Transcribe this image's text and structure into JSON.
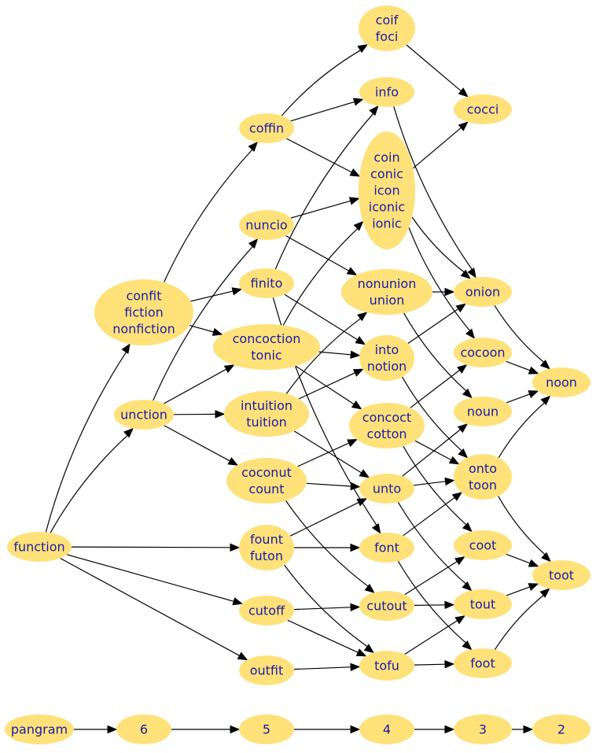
{
  "colors": {
    "node_fill": "#ffe17a",
    "label": "#1a1aa6",
    "edge": "#000000",
    "background": "#ffffff"
  },
  "nodes": [
    {
      "id": "function",
      "lines": [
        "function"
      ]
    },
    {
      "id": "confit",
      "lines": [
        "confit",
        "fiction",
        "nonfiction"
      ]
    },
    {
      "id": "unction",
      "lines": [
        "unction"
      ]
    },
    {
      "id": "coffin",
      "lines": [
        "coffin"
      ]
    },
    {
      "id": "nuncio",
      "lines": [
        "nuncio"
      ]
    },
    {
      "id": "finito",
      "lines": [
        "finito"
      ]
    },
    {
      "id": "concoction",
      "lines": [
        "concoction",
        "tonic"
      ]
    },
    {
      "id": "intuition",
      "lines": [
        "intuition",
        "tuition"
      ]
    },
    {
      "id": "coconut",
      "lines": [
        "coconut",
        "count"
      ]
    },
    {
      "id": "fount",
      "lines": [
        "fount",
        "futon"
      ]
    },
    {
      "id": "cutoff",
      "lines": [
        "cutoff"
      ]
    },
    {
      "id": "outfit",
      "lines": [
        "outfit"
      ]
    },
    {
      "id": "coif",
      "lines": [
        "coif",
        "foci"
      ]
    },
    {
      "id": "info",
      "lines": [
        "info"
      ]
    },
    {
      "id": "coin",
      "lines": [
        "coin",
        "conic",
        "icon",
        "iconic",
        "ionic"
      ]
    },
    {
      "id": "nonunion",
      "lines": [
        "nonunion",
        "union"
      ]
    },
    {
      "id": "into",
      "lines": [
        "into",
        "notion"
      ]
    },
    {
      "id": "concoct",
      "lines": [
        "concoct",
        "cotton"
      ]
    },
    {
      "id": "unto",
      "lines": [
        "unto"
      ]
    },
    {
      "id": "font",
      "lines": [
        "font"
      ]
    },
    {
      "id": "cutout",
      "lines": [
        "cutout"
      ]
    },
    {
      "id": "tofu",
      "lines": [
        "tofu"
      ]
    },
    {
      "id": "cocci",
      "lines": [
        "cocci"
      ]
    },
    {
      "id": "onion",
      "lines": [
        "onion"
      ]
    },
    {
      "id": "cocoon",
      "lines": [
        "cocoon"
      ]
    },
    {
      "id": "noun",
      "lines": [
        "noun"
      ]
    },
    {
      "id": "onto",
      "lines": [
        "onto",
        "toon"
      ]
    },
    {
      "id": "coot",
      "lines": [
        "coot"
      ]
    },
    {
      "id": "tout",
      "lines": [
        "tout"
      ]
    },
    {
      "id": "foot",
      "lines": [
        "foot"
      ]
    },
    {
      "id": "noon",
      "lines": [
        "noon"
      ]
    },
    {
      "id": "toot",
      "lines": [
        "toot"
      ]
    },
    {
      "id": "pangram",
      "lines": [
        "pangram"
      ]
    },
    {
      "id": "l6",
      "lines": [
        "6"
      ]
    },
    {
      "id": "l5",
      "lines": [
        "5"
      ]
    },
    {
      "id": "l4",
      "lines": [
        "4"
      ]
    },
    {
      "id": "l3",
      "lines": [
        "3"
      ]
    },
    {
      "id": "l2",
      "lines": [
        "2"
      ]
    }
  ],
  "edges": [
    [
      "function",
      "confit"
    ],
    [
      "function",
      "unction"
    ],
    [
      "function",
      "fount"
    ],
    [
      "function",
      "cutoff"
    ],
    [
      "function",
      "outfit"
    ],
    [
      "confit",
      "coffin"
    ],
    [
      "confit",
      "finito"
    ],
    [
      "confit",
      "concoction"
    ],
    [
      "unction",
      "nuncio"
    ],
    [
      "unction",
      "concoction"
    ],
    [
      "unction",
      "intuition"
    ],
    [
      "unction",
      "coconut"
    ],
    [
      "coffin",
      "coif"
    ],
    [
      "coffin",
      "info"
    ],
    [
      "coffin",
      "coin"
    ],
    [
      "nuncio",
      "coin"
    ],
    [
      "nuncio",
      "nonunion"
    ],
    [
      "finito",
      "info"
    ],
    [
      "finito",
      "into"
    ],
    [
      "finito",
      "font"
    ],
    [
      "concoction",
      "coin"
    ],
    [
      "concoction",
      "into"
    ],
    [
      "concoction",
      "concoct"
    ],
    [
      "intuition",
      "nonunion"
    ],
    [
      "intuition",
      "into"
    ],
    [
      "intuition",
      "unto"
    ],
    [
      "coconut",
      "concoct"
    ],
    [
      "coconut",
      "unto"
    ],
    [
      "coconut",
      "cutout"
    ],
    [
      "fount",
      "unto"
    ],
    [
      "fount",
      "font"
    ],
    [
      "fount",
      "tofu"
    ],
    [
      "cutoff",
      "cutout"
    ],
    [
      "cutoff",
      "tofu"
    ],
    [
      "outfit",
      "tofu"
    ],
    [
      "coif",
      "cocci"
    ],
    [
      "info",
      "onion"
    ],
    [
      "coin",
      "cocci"
    ],
    [
      "coin",
      "onion"
    ],
    [
      "coin",
      "cocoon"
    ],
    [
      "nonunion",
      "onion"
    ],
    [
      "nonunion",
      "noun"
    ],
    [
      "into",
      "onion"
    ],
    [
      "into",
      "onto"
    ],
    [
      "concoct",
      "cocoon"
    ],
    [
      "concoct",
      "onto"
    ],
    [
      "concoct",
      "coot"
    ],
    [
      "unto",
      "noun"
    ],
    [
      "unto",
      "onto"
    ],
    [
      "unto",
      "tout"
    ],
    [
      "font",
      "onto"
    ],
    [
      "font",
      "foot"
    ],
    [
      "cutout",
      "coot"
    ],
    [
      "cutout",
      "tout"
    ],
    [
      "tofu",
      "tout"
    ],
    [
      "tofu",
      "foot"
    ],
    [
      "onion",
      "noon"
    ],
    [
      "cocoon",
      "noon"
    ],
    [
      "noun",
      "noon"
    ],
    [
      "onto",
      "noon"
    ],
    [
      "onto",
      "toot"
    ],
    [
      "coot",
      "toot"
    ],
    [
      "tout",
      "toot"
    ],
    [
      "foot",
      "toot"
    ],
    [
      "pangram",
      "l6"
    ],
    [
      "l6",
      "l5"
    ],
    [
      "l5",
      "l4"
    ],
    [
      "l4",
      "l3"
    ],
    [
      "l3",
      "l2"
    ]
  ]
}
